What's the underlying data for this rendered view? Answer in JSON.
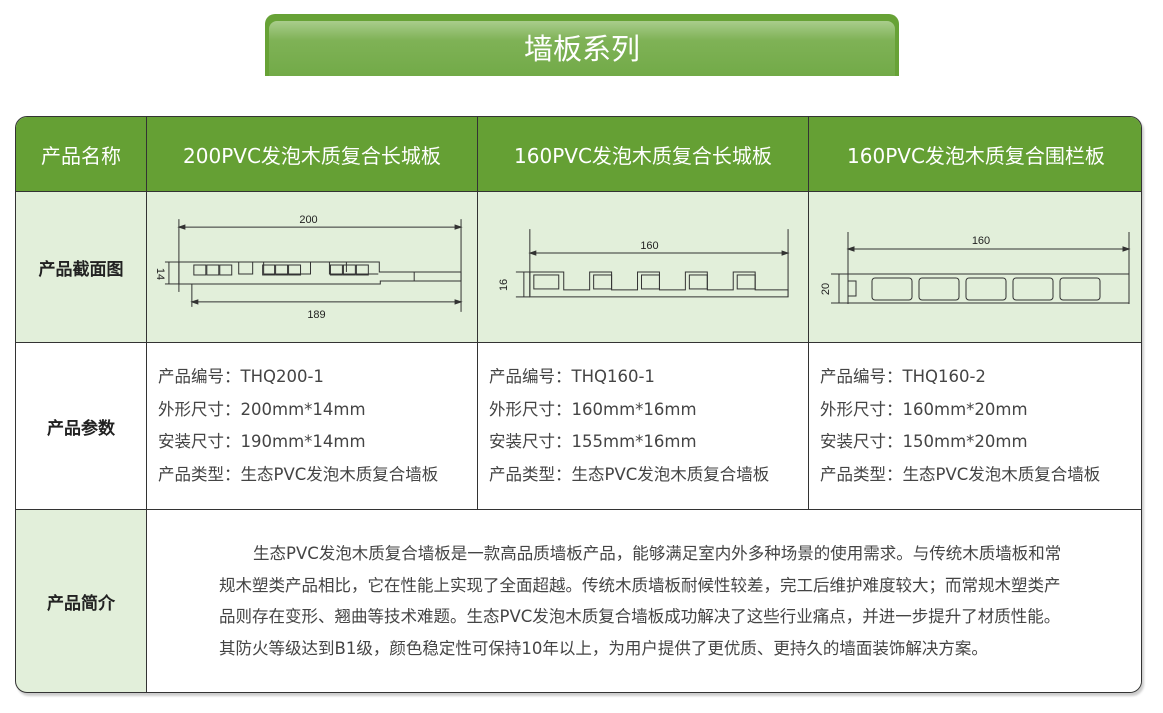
{
  "title": "墙板系列",
  "row_labels": {
    "name": "产品名称",
    "section": "产品截面图",
    "params": "产品参数",
    "intro": "产品简介"
  },
  "products": [
    {
      "name": "200PVC发泡木质复合长城板",
      "dim_width": "200",
      "dim_height": "14",
      "dim_install": "189",
      "code": "产品编号：THQ200-1",
      "outer": "外形尺寸：200mm*14mm",
      "install": "安装尺寸：190mm*14mm",
      "type": "产品类型：生态PVC发泡木质复合墙板"
    },
    {
      "name": "160PVC发泡木质复合长城板",
      "dim_width": "160",
      "dim_height": "16",
      "code": "产品编号：THQ160-1",
      "outer": "外形尺寸：160mm*16mm",
      "install": "安装尺寸：155mm*16mm",
      "type": "产品类型：生态PVC发泡木质复合墙板"
    },
    {
      "name": "160PVC发泡木质复合围栏板",
      "dim_width": "160",
      "dim_height": "20",
      "code": "产品编号：THQ160-2",
      "outer": "外形尺寸：160mm*20mm",
      "install": "安装尺寸：150mm*20mm",
      "type": "产品类型：生态PVC发泡木质复合墙板"
    }
  ],
  "intro": "生态PVC发泡木质复合墙板是一款高品质墙板产品，能够满足室内外多种场景的使用需求。与传统木质墙板和常规木塑类产品相比，它在性能上实现了全面超越。传统木质墙板耐候性较差，完工后维护难度较大；而常规木塑类产品则存在变形、翘曲等技术难题。生态PVC发泡木质复合墙板成功解决了这些行业痛点，并进一步提升了材质性能。其防火等级达到B1级，颜色稳定性可保持10年以上，为用户提供了更优质、更持久的墙面装饰解决方案。"
}
